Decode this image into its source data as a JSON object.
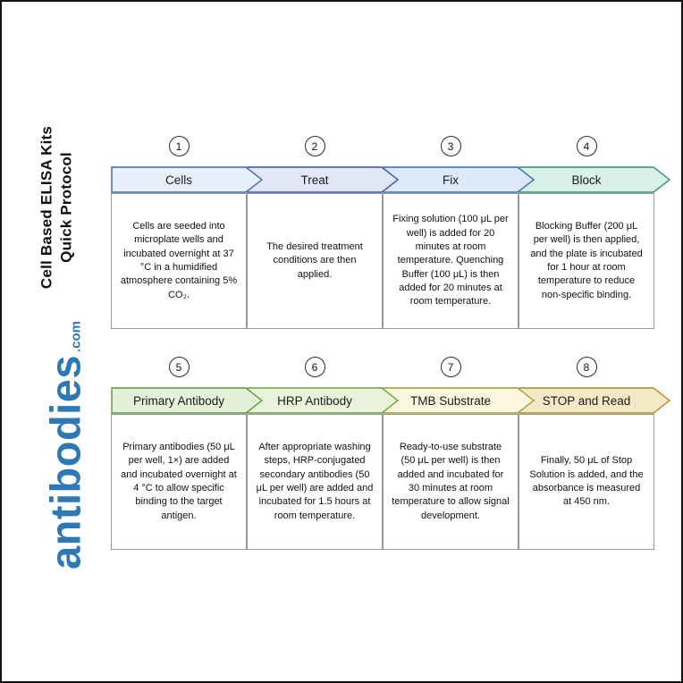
{
  "sidebar": {
    "title_line1": "Cell Based ELISA Kits",
    "title_line2": "Quick Protocol",
    "brand": "antibodies",
    "brand_tld": ".com",
    "brand_color": "#2e79b5"
  },
  "steps": [
    {
      "number": "1",
      "label": "Cells",
      "fill": "#e8f1fb",
      "stroke": "#3c66a4",
      "description": "Cells are seeded into microplate wells and incubated overnight at 37 °C in a humidified atmosphere containing 5% CO₂."
    },
    {
      "number": "2",
      "label": "Treat",
      "fill": "#e2e7f8",
      "stroke": "#3a4fa0",
      "description": "The desired treatment conditions are then applied."
    },
    {
      "number": "3",
      "label": "Fix",
      "fill": "#dce9fa",
      "stroke": "#3668b0",
      "description": "Fixing solution (100 μL per well) is added for 20 minutes at room temperature. Quenching Buffer (100 μL) is then added for 20 minutes at room temperature."
    },
    {
      "number": "4",
      "label": "Block",
      "fill": "#d9f0e6",
      "stroke": "#2e8e7a",
      "description": "Blocking Buffer (200 μL per well) is then applied, and the plate is incubated for 1 hour at room temperature to reduce non-specific binding."
    },
    {
      "number": "5",
      "label": "Primary Antibody",
      "fill": "#e3f1d8",
      "stroke": "#5d9643",
      "description": "Primary antibodies (50 μL per well, 1×) are added and incubated overnight at 4 °C to allow specific binding to the target antigen."
    },
    {
      "number": "6",
      "label": "HRP Antibody",
      "fill": "#e9f3da",
      "stroke": "#68a23f",
      "description": "After appropriate washing steps, HRP-conjugated secondary antibodies (50 μL per well) are added and incubated for 1.5 hours at room temperature."
    },
    {
      "number": "7",
      "label": "TMB Substrate",
      "fill": "#fbf7dc",
      "stroke": "#a59a35",
      "description": "Ready-to-use substrate (50 μL per well) is then added and incubated for 30 minutes at room temperature to allow signal development."
    },
    {
      "number": "8",
      "label": "STOP and Read",
      "fill": "#f4e9c4",
      "stroke": "#b08a28",
      "description": "Finally, 50 μL of Stop Solution is added, and the absorbance is measured at 450 nm."
    }
  ]
}
